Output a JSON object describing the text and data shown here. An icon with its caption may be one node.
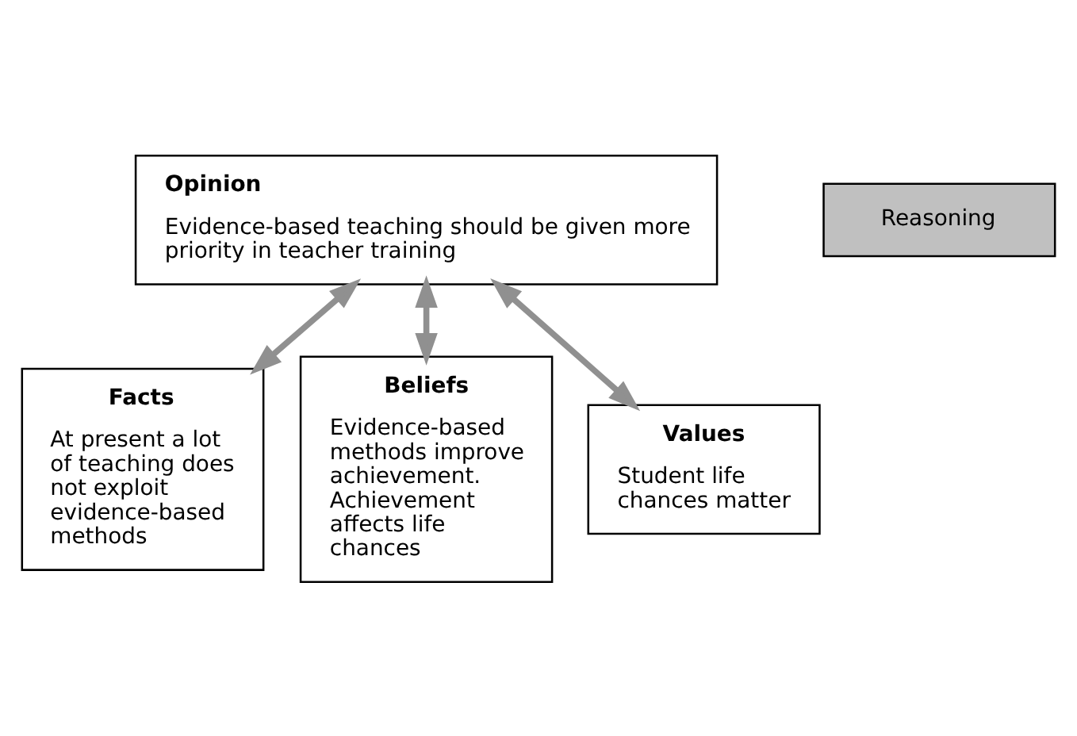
{
  "diagram": {
    "nodes": [
      {
        "text": [
          "Opinion",
          "Evidence-based teaching should be given more priority in teacher training"
        ]
      },
      {
        "text": [
          "Reasoning"
        ]
      },
      {
        "text": [
          "Facts",
          "At present a lot of teaching does not exploit evidence-based methods"
        ]
      },
      {
        "text": [
          "Beliefs",
          "Evidence-based methods improve achievement. Achievement affects life chances"
        ]
      },
      {
        "text": [
          "Values",
          "Student life chances matter"
        ]
      }
    ],
    "edges": [
      {
        "from": 0,
        "to": 2,
        "arrow": "both"
      },
      {
        "from": 0,
        "to": 3,
        "arrow": "both"
      },
      {
        "from": 0,
        "to": 4,
        "arrow": "both"
      }
    ]
  }
}
